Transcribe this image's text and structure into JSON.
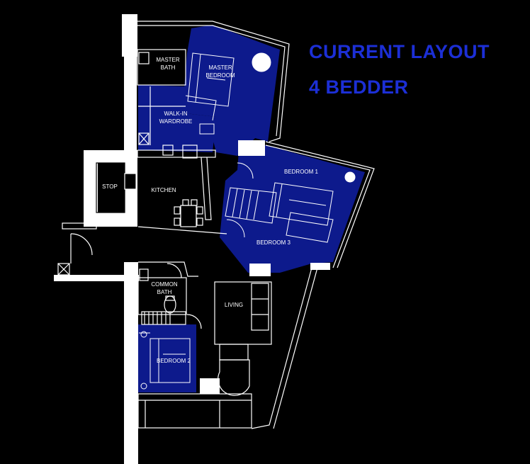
{
  "title": {
    "line1": "CURRENT LAYOUT",
    "line2": "4 BEDDER"
  },
  "rooms": {
    "master_bath": [
      "MASTER",
      "BATH"
    ],
    "master_bedroom": [
      "MASTER",
      "BEDROOM"
    ],
    "walk_in_wardrobe": [
      "WALK-IN",
      "WARDROBE"
    ],
    "store": "STOP",
    "kitchen": "KITCHEN",
    "bedroom1": "BEDROOM 1",
    "bedroom3": "BEDROOM 3",
    "common_bath": [
      "COMMON",
      "BATH"
    ],
    "living": "LIVING",
    "bedroom2": "BEDROOM 2"
  },
  "colors": {
    "background": "#000000",
    "wall": "#ffffff",
    "bedroom_fill": "#0d1a8c",
    "heading": "#1c2fd6"
  }
}
